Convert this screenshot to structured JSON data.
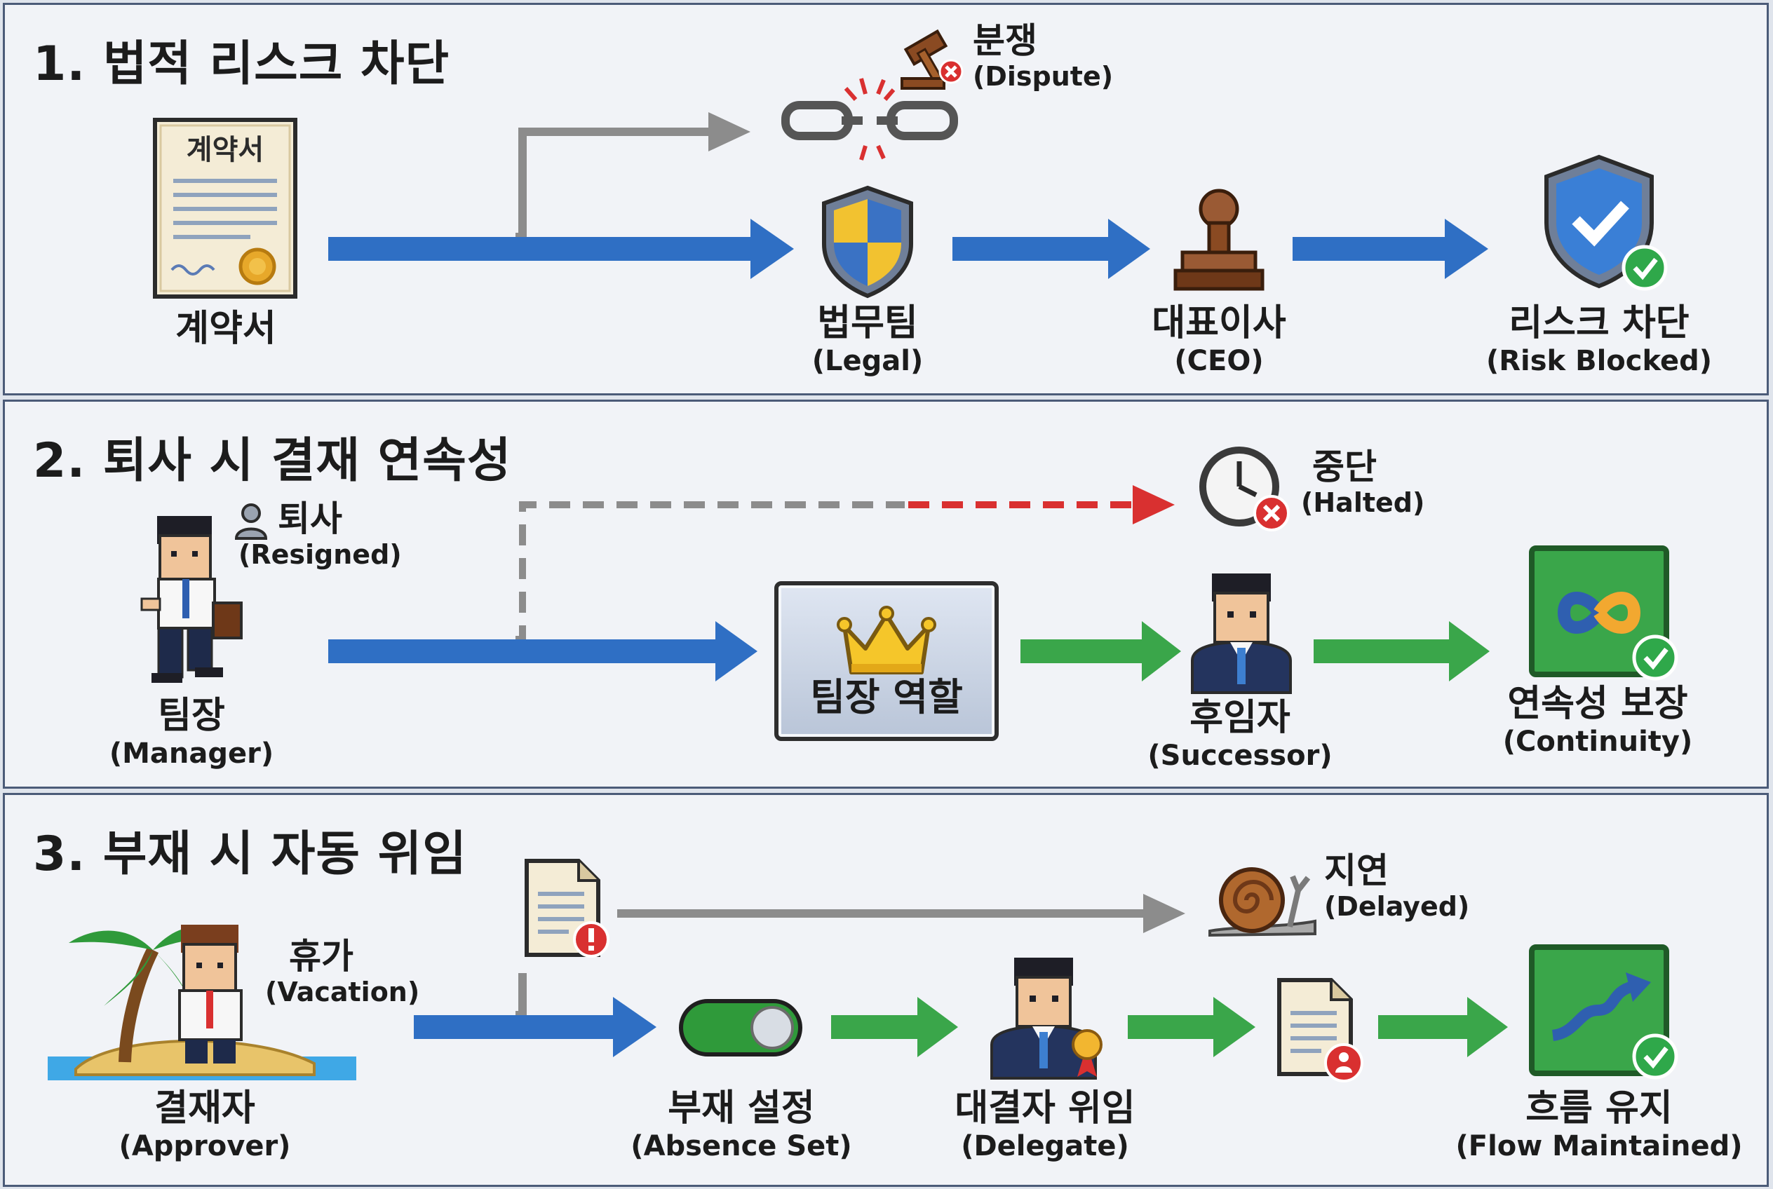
{
  "sections": [
    {
      "title": "1. 법적 리스크 차단",
      "contract_doc_text": "계약서",
      "nodes": [
        {
          "ko": "계약서",
          "en": ""
        },
        {
          "ko": "법무팀",
          "en": "(Legal)"
        },
        {
          "ko": "대표이사",
          "en": "(CEO)"
        },
        {
          "ko": "리스크 차단",
          "en": "(Risk Blocked)"
        }
      ],
      "branch": {
        "ko": "분쟁",
        "en": "(Dispute)"
      }
    },
    {
      "title": "2. 퇴사 시 결재 연속성",
      "nodes": [
        {
          "ko": "팀장",
          "en": "(Manager)"
        },
        {
          "ko": "팀장 역할",
          "en": ""
        },
        {
          "ko": "후임자",
          "en": "(Successor)"
        },
        {
          "ko": "연속성 보장",
          "en": "(Continuity)"
        }
      ],
      "side_note": {
        "ko": "퇴사",
        "en": "(Resigned)"
      },
      "branch": {
        "ko": "중단",
        "en": "(Halted)"
      }
    },
    {
      "title": "3. 부재 시 자동 위임",
      "nodes": [
        {
          "ko": "결재자",
          "en": "(Approver)"
        },
        {
          "ko": "부재 설정",
          "en": "(Absence Set)"
        },
        {
          "ko": "대결자 위임",
          "en": "(Delegate)"
        },
        {
          "ko": "흐름 유지",
          "en": "(Flow Maintained)"
        }
      ],
      "side_note": {
        "ko": "휴가",
        "en": "(Vacation)"
      },
      "branch": {
        "ko": "지연",
        "en": "(Delayed)"
      }
    }
  ],
  "colors": {
    "main_arrow": "#2f6fc4",
    "success_arrow": "#3aa64a",
    "branch_arrow": "#8c8c8c",
    "halt_arrow": "#d93030",
    "panel_border": "#4b5b78"
  }
}
